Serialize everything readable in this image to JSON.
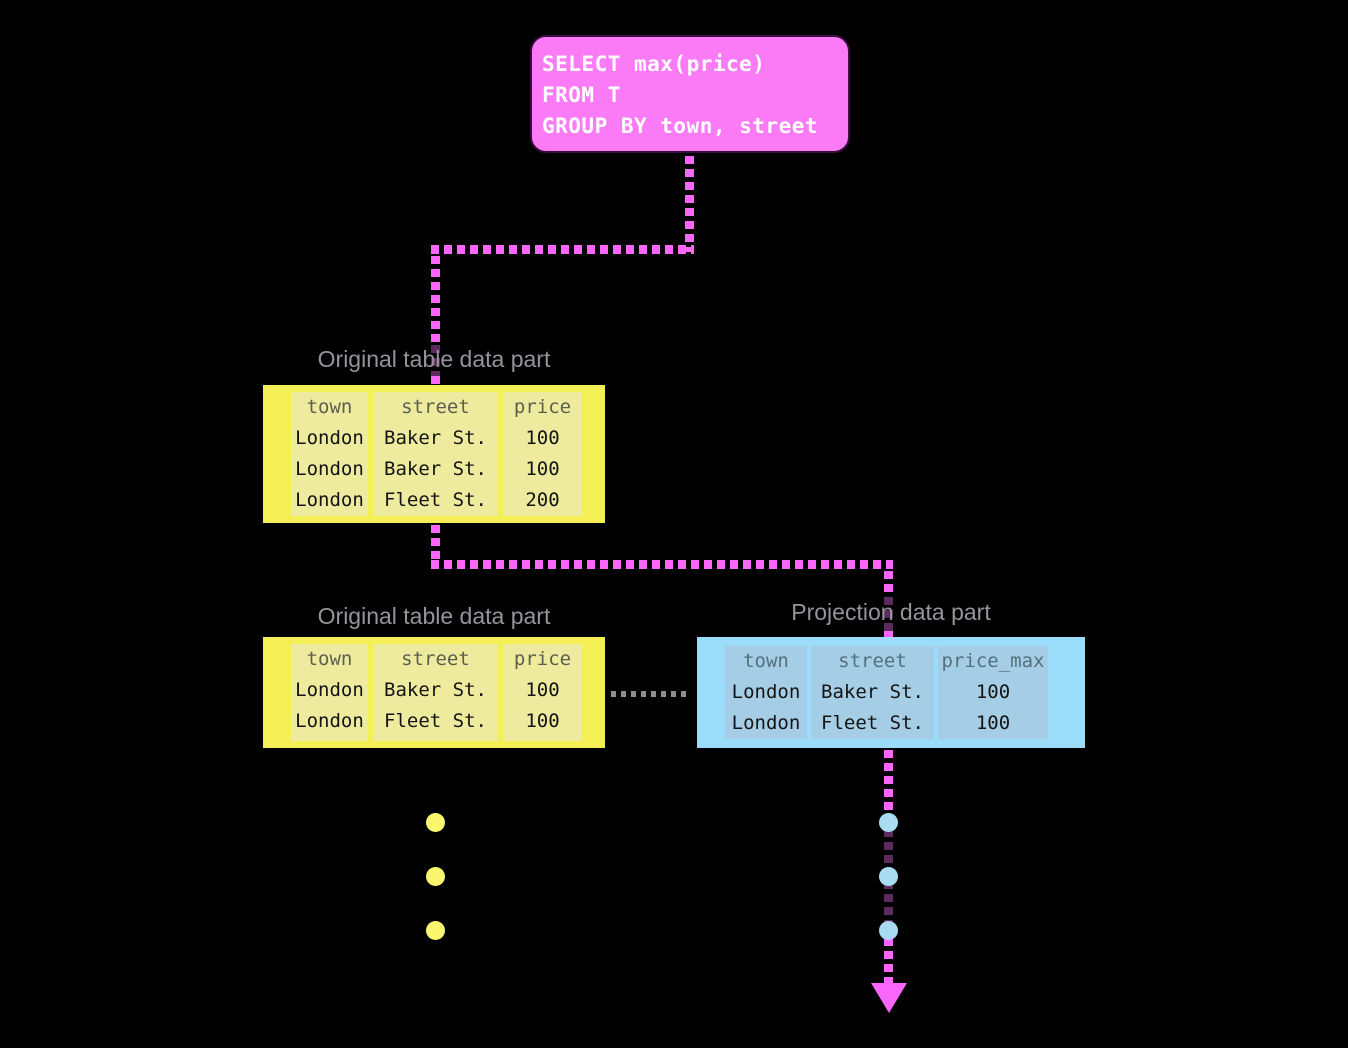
{
  "diagram": {
    "query_box": {
      "lines": [
        "SELECT max(price)",
        "FROM T",
        "GROUP BY town, street"
      ]
    },
    "labels": {
      "original_1": "Original table data part",
      "original_2": "Original table data part",
      "projection": "Projection data part"
    },
    "tables": {
      "original_part_1": {
        "columns": [
          {
            "header": "town",
            "cells": [
              "London",
              "London",
              "London"
            ]
          },
          {
            "header": "street",
            "cells": [
              "Baker St.",
              "Baker St.",
              "Fleet St."
            ]
          },
          {
            "header": "price",
            "cells": [
              "100",
              "100",
              "200"
            ]
          }
        ]
      },
      "original_part_2": {
        "columns": [
          {
            "header": "town",
            "cells": [
              "London",
              "London"
            ]
          },
          {
            "header": "street",
            "cells": [
              "Baker St.",
              "Fleet St."
            ]
          },
          {
            "header": "price",
            "cells": [
              "100",
              "100"
            ]
          }
        ]
      },
      "projection_part": {
        "columns": [
          {
            "header": "town",
            "cells": [
              "London",
              "London"
            ]
          },
          {
            "header": "street",
            "cells": [
              "Baker St.",
              "Fleet St."
            ]
          },
          {
            "header": "price_max",
            "cells": [
              "100",
              "100"
            ]
          }
        ]
      }
    },
    "colors": {
      "query_box_bg": "#fb7bf7",
      "arrow_bright": "#f966f9",
      "arrow_dim": "#5c2a5e",
      "connector_gray": "#8f8f8f",
      "table_yellow_outer": "#f3ef55",
      "table_yellow_inner": "#eeeb9e",
      "table_blue_outer": "#9bdcfb",
      "table_blue_inner": "#a5cee6",
      "ellipsis_dot_yellow": "#faf66d",
      "ellipsis_dot_blue": "#a9dcf3",
      "label_gray": "#94949a",
      "background": "#000000"
    }
  }
}
